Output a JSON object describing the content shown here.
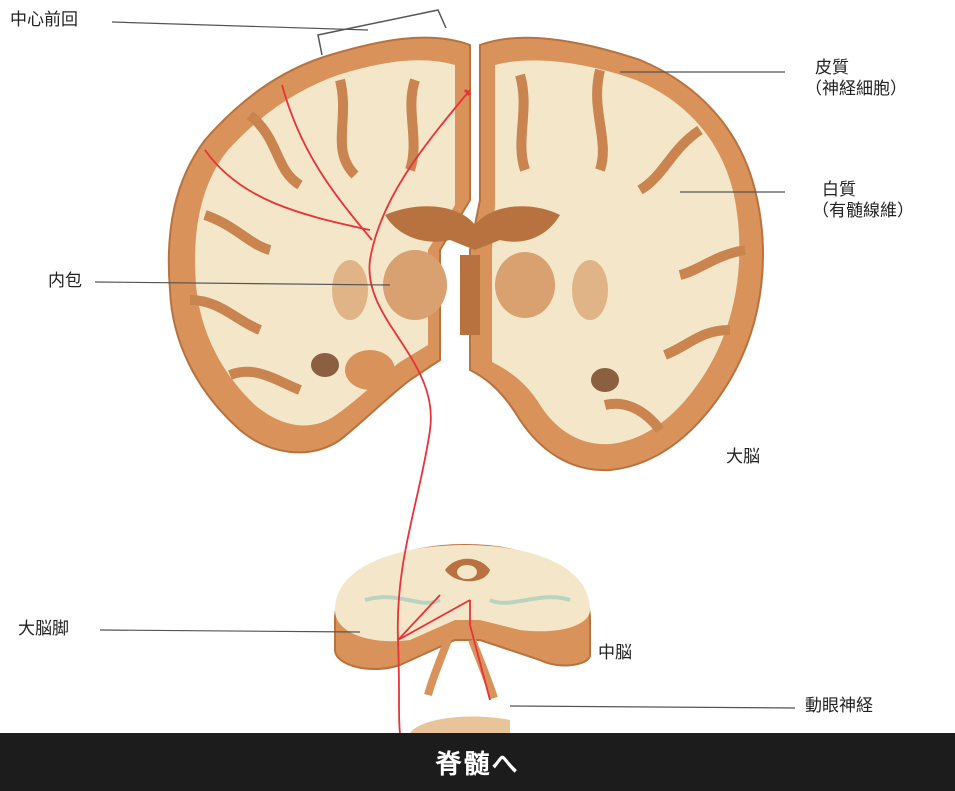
{
  "labels": {
    "precentral_gyrus": "中心前回",
    "cortex": "皮質",
    "cortex_sub": "（神経細胞）",
    "white_matter": "白質",
    "white_matter_sub": "（有髄線維）",
    "internal_capsule": "内包",
    "cerebrum": "大脳",
    "cerebral_peduncle": "大脳脚",
    "midbrain": "中脳",
    "oculomotor_nerve": "動眼神経"
  },
  "footer": {
    "text": "脊髄へ"
  },
  "colors": {
    "cortex": "#d9935a",
    "cortex_dark": "#b8723f",
    "white_matter": "#f4e7c9",
    "nuclei": "#e0b486",
    "pathway": "#e8323a",
    "leader_line": "#555555",
    "footer_bg": "#1c1c1c"
  }
}
